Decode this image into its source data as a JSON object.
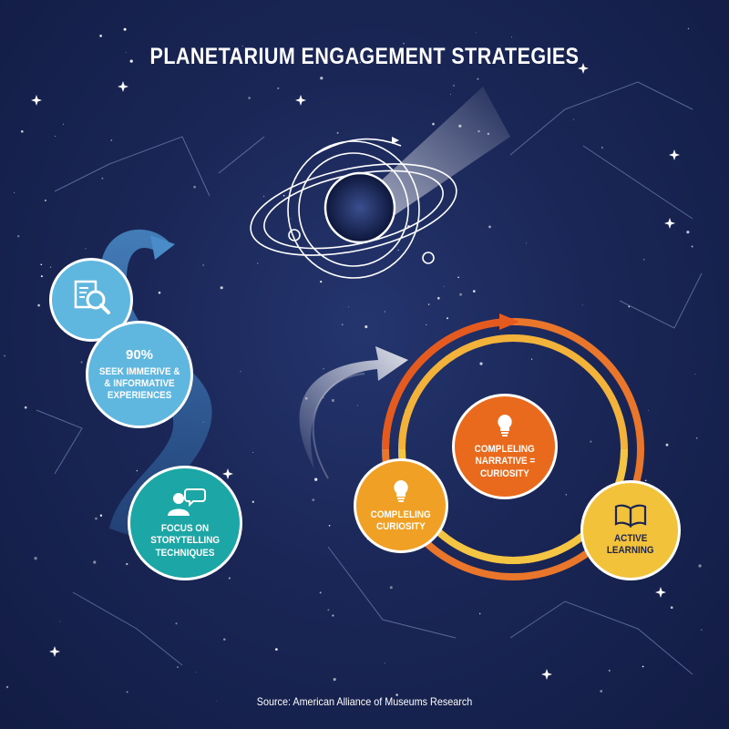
{
  "title": "PLANETARIUM ENGAGEMENT STRATEGIES",
  "source": "Source: American Alliance of Museums Research",
  "nodes": {
    "seek_percent": "90%",
    "seek_line1": "SEEK IMMERIVE &",
    "seek_line2": "& INFORMATIVE",
    "seek_line3": "EXPERIENCES",
    "story_line1": "FOCUS ON",
    "story_line2": "STORYTELLING",
    "story_line3": "TECHNIQUES",
    "narr_line1": "COMPLELING",
    "narr_line2": "NARRATIVE =",
    "narr_line3": "CURIOSITY",
    "cur_line1": "COMPLELING",
    "cur_line2": "CURIOSITY",
    "active_line1": "ACTIVE",
    "active_line2": "LEARNING"
  },
  "icons": {
    "search": "document-magnifier-icon",
    "story": "person-speech-bubble-icon",
    "narr": "lightbulb-icon",
    "cur": "lightbulb-icon",
    "active": "open-book-icon",
    "planet": "ringed-planet-icon"
  },
  "colors": {
    "background": "#1a2656",
    "light_blue": "#5fb7df",
    "teal": "#1ca6a5",
    "orange": "#ea6a1d",
    "amber": "#f0a024",
    "yellow": "#f2c33a"
  }
}
